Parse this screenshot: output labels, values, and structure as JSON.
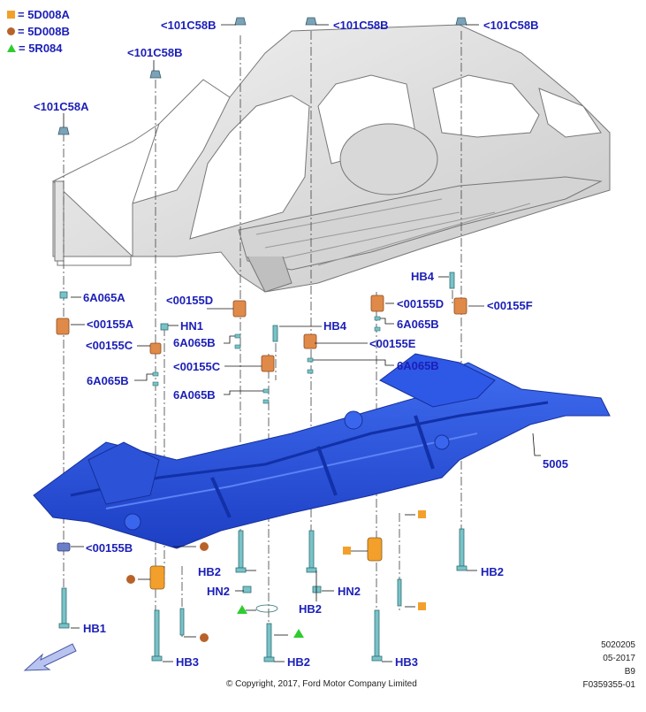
{
  "legend": [
    {
      "symbol": "square-icon",
      "color": "#f2a02b",
      "text": "= 5D008A"
    },
    {
      "symbol": "circle-icon",
      "color": "#b8622a",
      "text": "= 5D008B"
    },
    {
      "symbol": "triangle-icon",
      "color": "#2fcc2f",
      "text": "= 5R084"
    }
  ],
  "callouts": {
    "c1": "<101C58B",
    "c2": "<101C58B",
    "c3": "<101C58B",
    "c4": "<101C58B",
    "c5": "<101C58A",
    "c6": "6A065A",
    "c7": "<00155A",
    "c8": "HN1",
    "c9": "<00155C",
    "c10": "6A065B",
    "c11": "<00155D",
    "c12": "6A065B",
    "c13": "<00155C",
    "c14": "6A065B",
    "c15": "HB4",
    "c16": "<00155E",
    "c17": "<00155D",
    "c18": "6A065B",
    "c19": "6A065B",
    "c20": "HB4",
    "c21": "<00155F",
    "c22": "5005",
    "c23": "<00155B",
    "c24": "HB2",
    "c25": "HN2",
    "c26": "HB2",
    "c27": "HN2",
    "c28": "HB2",
    "c29": "HB1",
    "c30": "HB3",
    "c31": "HB2",
    "c32": "HB3"
  },
  "info": {
    "code": "5020205",
    "date": "05-2017",
    "rev": "B9",
    "figure": "F0359355-01"
  },
  "copyright": "© Copyright, 2017, Ford Motor Company Limited"
}
